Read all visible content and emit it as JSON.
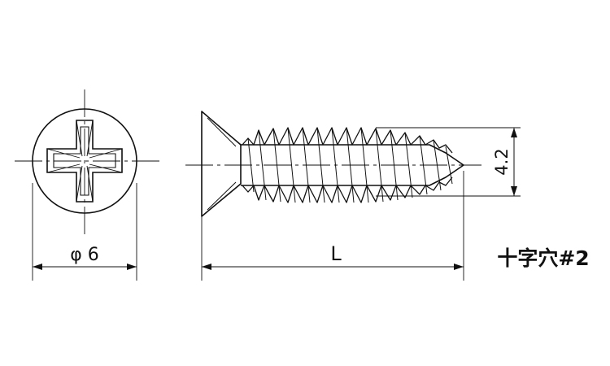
{
  "drawing": {
    "head_diameter_label": "φ 6",
    "length_label": "L",
    "thread_diameter_label": "4.2",
    "drive_note": "十字穴#2",
    "line_color": "#111111",
    "background": "#ffffff"
  }
}
